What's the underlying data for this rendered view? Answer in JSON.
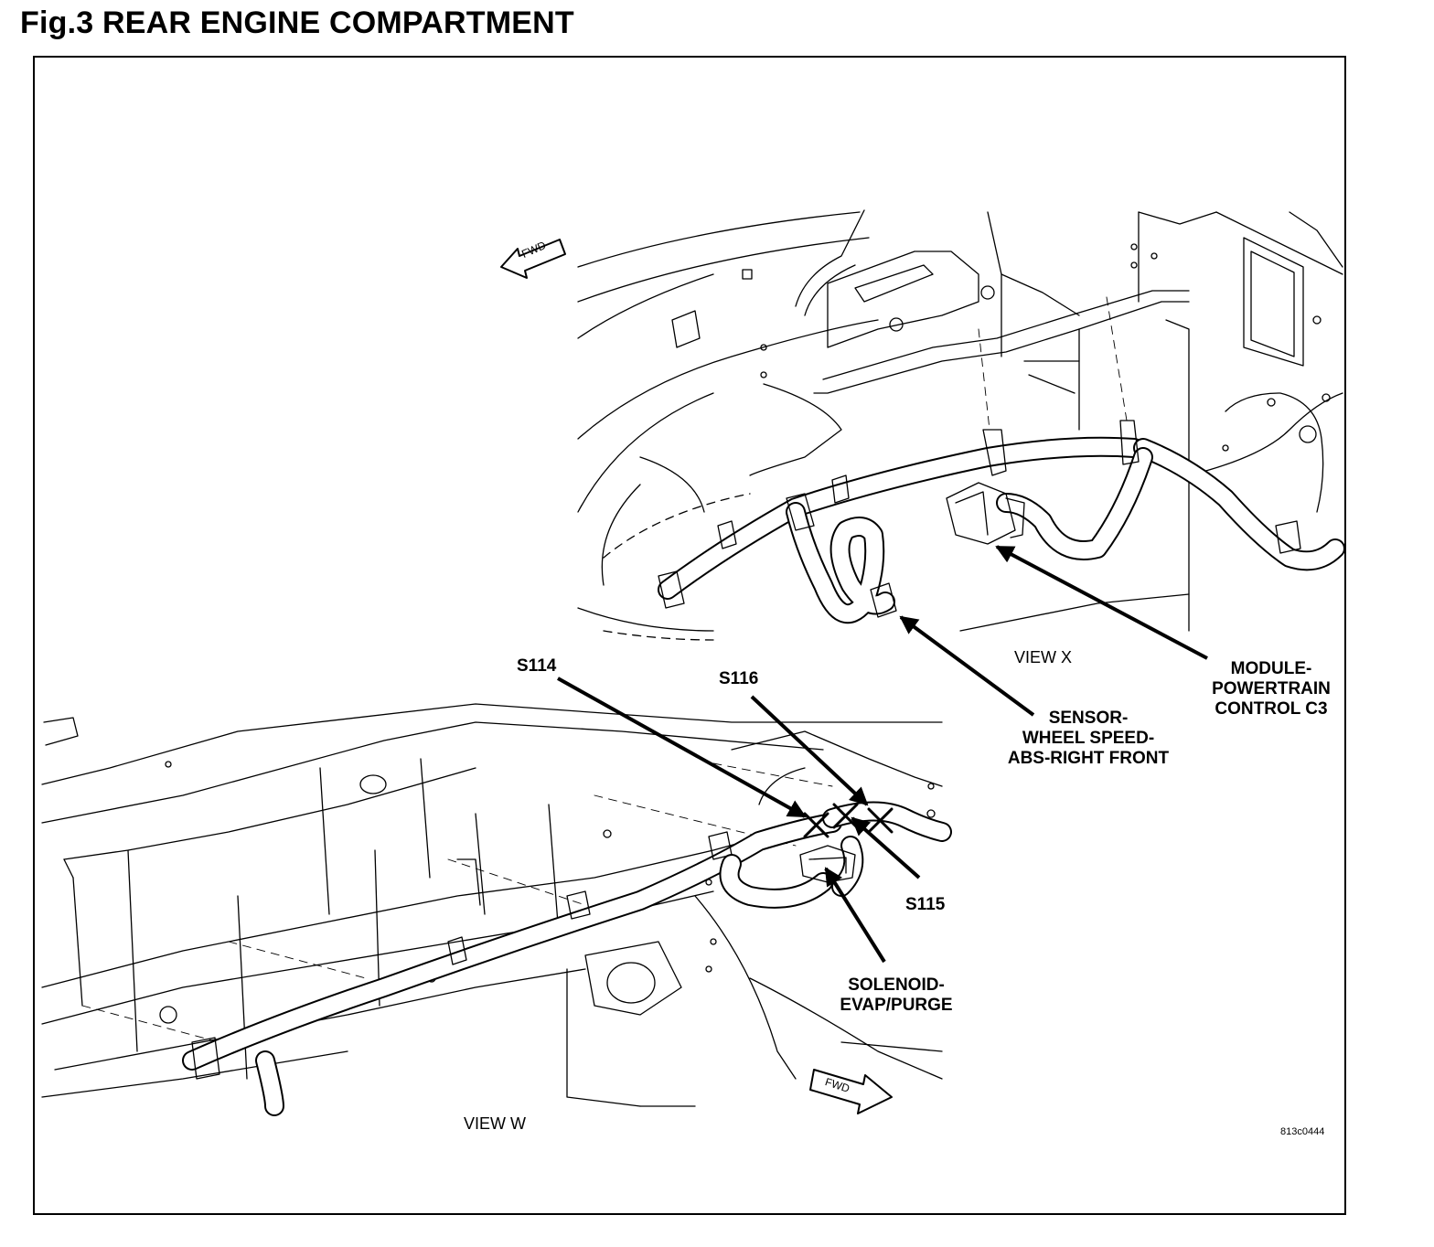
{
  "figure": {
    "title": "Fig.3 REAR ENGINE COMPARTMENT",
    "drawing_id": "813c0444"
  },
  "views": {
    "top": "VIEW X",
    "bottom": "VIEW W"
  },
  "direction": {
    "fwd_label": "FWD"
  },
  "callouts": {
    "module_line1": "MODULE-",
    "module_line2": "POWERTRAIN",
    "module_line3": "CONTROL C3",
    "sensor_line1": "SENSOR-",
    "sensor_line2": "WHEEL SPEED-",
    "sensor_line3": "ABS-RIGHT FRONT",
    "s114": "S114",
    "s116": "S116",
    "s115": "S115",
    "solenoid_line1": "SOLENOID-",
    "solenoid_line2": "EVAP/PURGE"
  }
}
